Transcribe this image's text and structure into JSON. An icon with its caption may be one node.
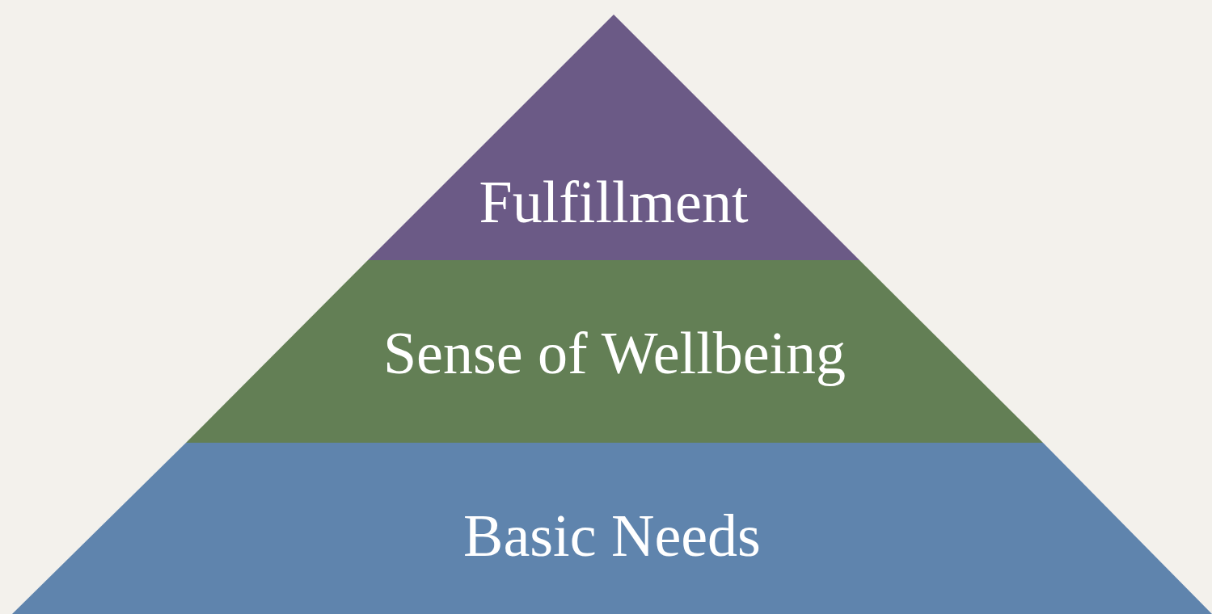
{
  "diagram": {
    "nodes": [
      {
        "text": [
          "Fulfillment"
        ]
      },
      {
        "text": [
          "Sense of Wellbeing"
        ]
      },
      {
        "text": [
          "Basic Needs"
        ]
      }
    ]
  }
}
